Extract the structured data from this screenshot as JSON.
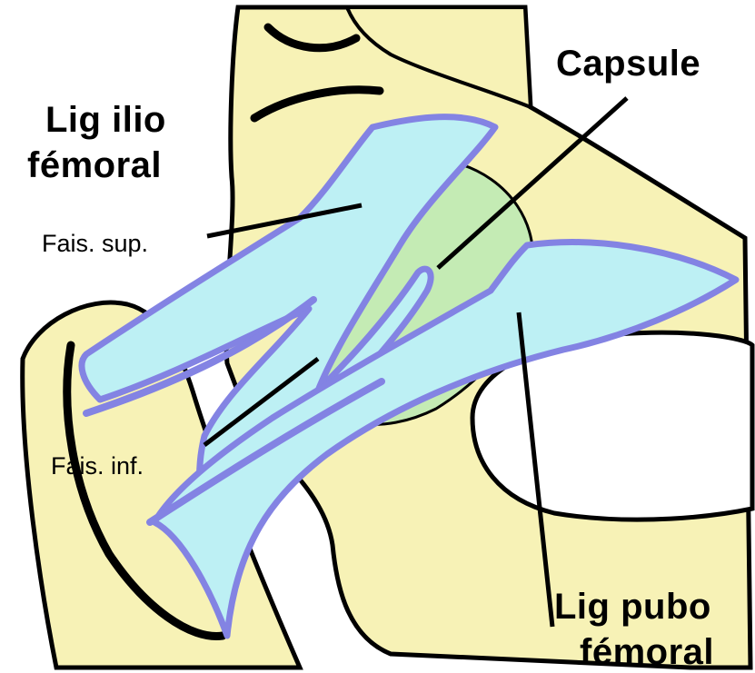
{
  "labels": {
    "lig_ilio_line1": "Lig ilio",
    "lig_ilio_line2": "fémoral",
    "fais_sup": "Fais. sup.",
    "fais_inf": "Fais. inf.",
    "capsule": "Capsule",
    "lig_pubo_line1": "Lig pubo",
    "lig_pubo_line2": "fémoral"
  },
  "colors": {
    "bone": "#F7F2B6",
    "ligament_fill": "#BDF0F4",
    "ligament_outline": "#8383E3",
    "capsule": "#C4EBB4",
    "outline": "#000000"
  }
}
